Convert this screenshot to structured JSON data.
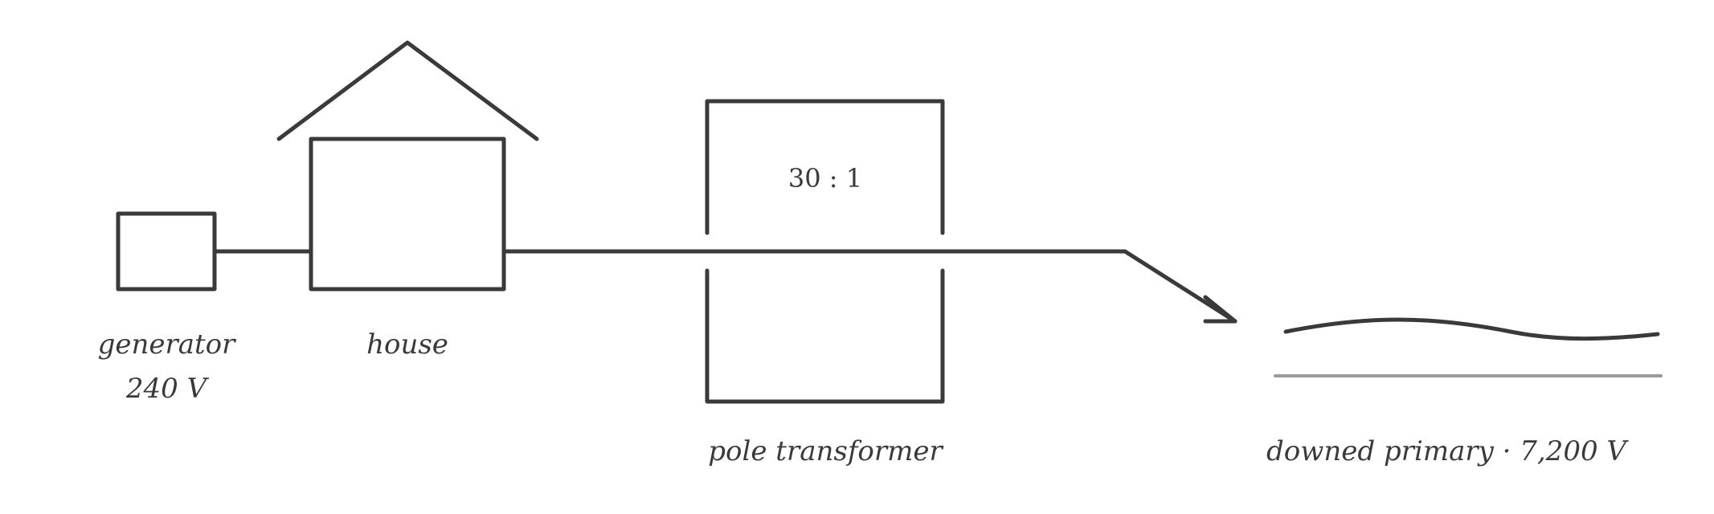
{
  "labels": {
    "generator": "generator",
    "generator_voltage": "240 V",
    "house": "house",
    "ratio": "30 : 1",
    "transformer": "pole transformer",
    "downed_primary": "downed primary · 7,200 V"
  },
  "colors": {
    "stroke": "#3a3a3a",
    "ground": "#9a9a9a",
    "background": "#ffffff"
  }
}
